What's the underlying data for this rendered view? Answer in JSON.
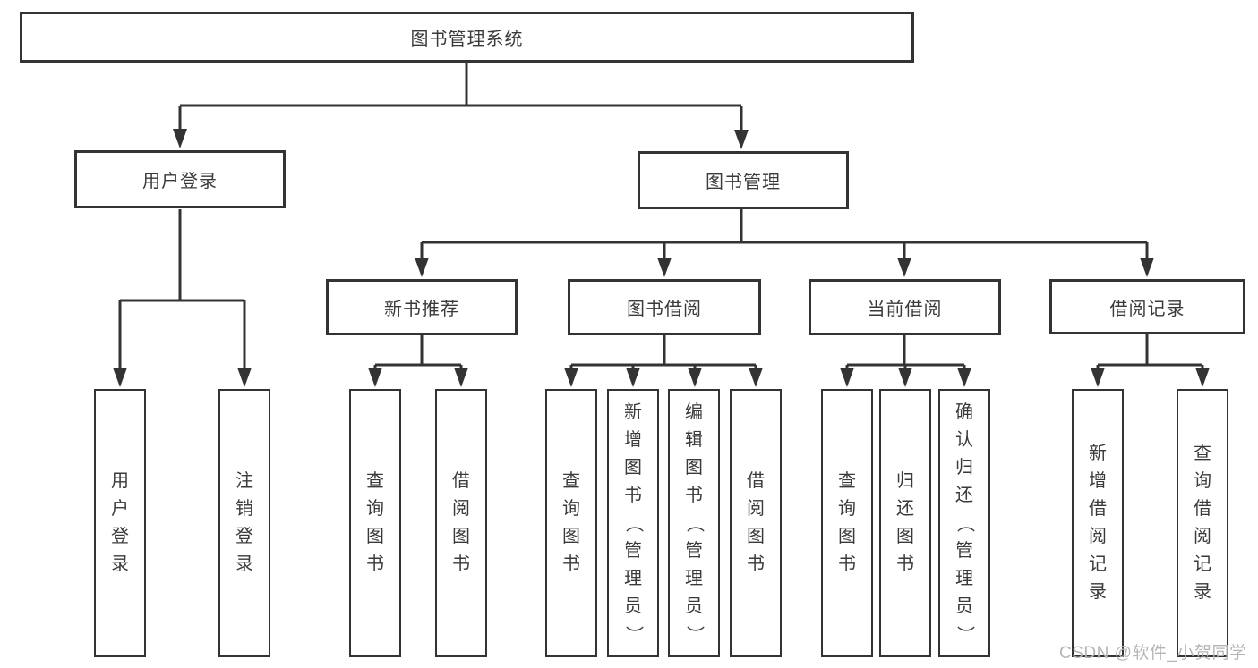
{
  "diagram": {
    "type": "hierarchy-tree",
    "tree": {
      "label": "图书管理系统",
      "children": [
        {
          "label": "用户登录",
          "children": [
            {
              "label": "用户登录"
            },
            {
              "label": "注销登录"
            }
          ]
        },
        {
          "label": "图书管理",
          "children": [
            {
              "label": "新书推荐",
              "children": [
                {
                  "label": "查询图书"
                },
                {
                  "label": "借阅图书"
                }
              ]
            },
            {
              "label": "图书借阅",
              "children": [
                {
                  "label": "查询图书"
                },
                {
                  "label": "新增图书（管理员）"
                },
                {
                  "label": "编辑图书（管理员）"
                },
                {
                  "label": "借阅图书"
                }
              ]
            },
            {
              "label": "当前借阅",
              "children": [
                {
                  "label": "查询图书"
                },
                {
                  "label": "归还图书"
                },
                {
                  "label": "确认归还（管理员）"
                }
              ]
            },
            {
              "label": "借阅记录",
              "children": [
                {
                  "label": "新增借阅记录"
                },
                {
                  "label": "查询借阅记录"
                }
              ]
            }
          ]
        }
      ]
    }
  },
  "watermark": {
    "text": "CSDN @软件_小贺同学"
  },
  "colors": {
    "line": "#333333",
    "text": "#3a3a3a",
    "background": "#ffffff",
    "watermark": "#b5b5b5"
  }
}
